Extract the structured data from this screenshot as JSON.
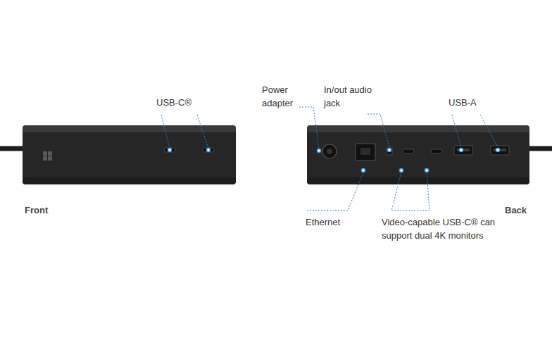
{
  "diagram": {
    "labels": [
      "USB-C®",
      "Front",
      "Power adapter",
      "In/out audio jack",
      "USB-A",
      "Ethernet",
      "Video-capable USB-C® can support dual 4K monitors",
      "Back"
    ]
  }
}
